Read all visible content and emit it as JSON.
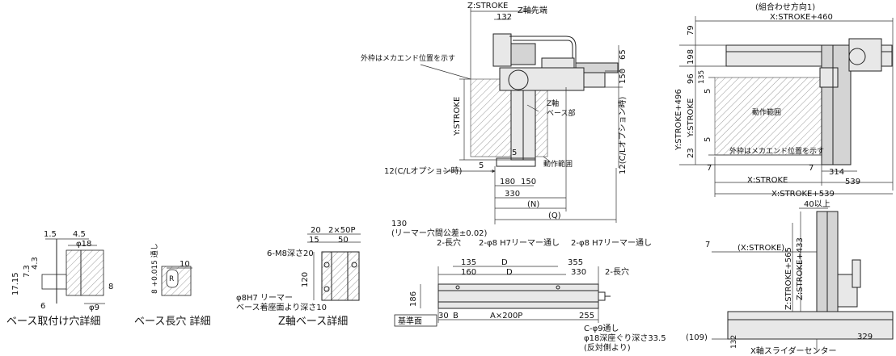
{
  "top_center": {
    "z_stroke": "Z:STROKE",
    "dim_132": "132",
    "z_tip": "Z軸先端",
    "outer_frame": "外枠はメカエンド位置を示す",
    "dim_65": "65",
    "dim_150": "150",
    "y_stroke": "Y:STROKE",
    "z_base": "Z軸\nベース部",
    "z_base_l1": "Z軸",
    "z_base_l2": "ベース部",
    "cl_option_v": "12(C/Lオプション時)",
    "dim_5a": "5",
    "dim_5b": "5",
    "motion_range": "動作範囲",
    "cl_option_h": "12(C/Lオプション時)",
    "dim_180": "180",
    "dim_150b": "150",
    "dim_330": "330",
    "dim_n": "(N)",
    "dim_q": "(Q)"
  },
  "top_right": {
    "title": "(組合わせ方向1)",
    "x_stroke_460": "X:STROKE+460",
    "dim_79": "79",
    "dim_198": "198",
    "dim_96": "96",
    "dim_135": "135",
    "dim_5a": "5",
    "y_stroke_496": "Y:STROKE+496",
    "y_stroke": "Y:STROKE",
    "motion_range": "動作範囲",
    "dim_5b": "5",
    "dim_23": "23",
    "outer_frame": "外枠はメカエンド位置を示す",
    "dim_7a": "7",
    "dim_7b": "7",
    "dim_314": "314",
    "x_stroke": "X:STROKE",
    "dim_539": "539",
    "x_stroke_539": "X:STROKE+539"
  },
  "detail1": {
    "title": "ベース取付け穴詳細",
    "d15": "1.5",
    "d45": "4.5",
    "phi18": "φ18",
    "d43": "4.3",
    "d73": "7.3",
    "d1715": "17.15",
    "d6": "6",
    "phi9": "φ9",
    "d8": "8"
  },
  "detail2": {
    "title": "ベース長穴 詳細",
    "d10": "10",
    "tol": "8 +0.015 通し",
    "r": "R"
  },
  "detail3": {
    "title": "Z軸ベース詳細",
    "d20": "20",
    "d2x50p": "2×50P",
    "d15": "15",
    "d50": "50",
    "m8": "6-M8深さ20",
    "d120": "120",
    "reamer": "φ8H7 リーマー",
    "reamer2": "ベース着座面より深さ10"
  },
  "bottom_center": {
    "note1": "130",
    "note2": "(リーマー穴間公差±0.02)",
    "long_hole_l": "2-長穴",
    "reamer_l": "2-φ8 H7リーマー通し",
    "reamer_r": "2-φ8 H7リーマー通し",
    "d135": "135",
    "d160": "160",
    "dD1": "D",
    "dD2": "D",
    "d355": "355",
    "d330": "330",
    "long_hole_r": "2-長穴",
    "d186": "186",
    "d30": "30",
    "dB": "B",
    "a200p": "A×200P",
    "d255": "255",
    "base_face": "基準面",
    "c_phi9": "C-φ9通し",
    "c_phi18": "φ18深座ぐり深さ33.5",
    "c_opp": "(反対側より)"
  },
  "bottom_right": {
    "d40": "40以上",
    "d7": "7",
    "x_stroke_p": "(X:STROKE)",
    "z_565": "Z:STROKE+565",
    "z_433": "Z:STROKE+433",
    "d109": "(109)",
    "d132": "132",
    "d329": "329",
    "x_center": "X軸スライダーセンター"
  }
}
